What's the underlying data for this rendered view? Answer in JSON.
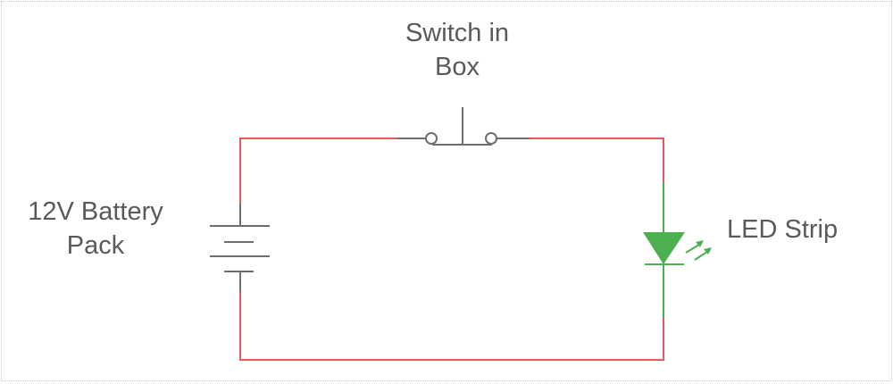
{
  "labels": {
    "switch": [
      "Switch in",
      "Box"
    ],
    "battery": [
      "12V Battery",
      "Pack"
    ],
    "led": "LED Strip"
  },
  "colors": {
    "wire": "#e85a5a",
    "component": "#6e6e6e",
    "led": "#4caf50",
    "text": "#5a5a5a"
  }
}
